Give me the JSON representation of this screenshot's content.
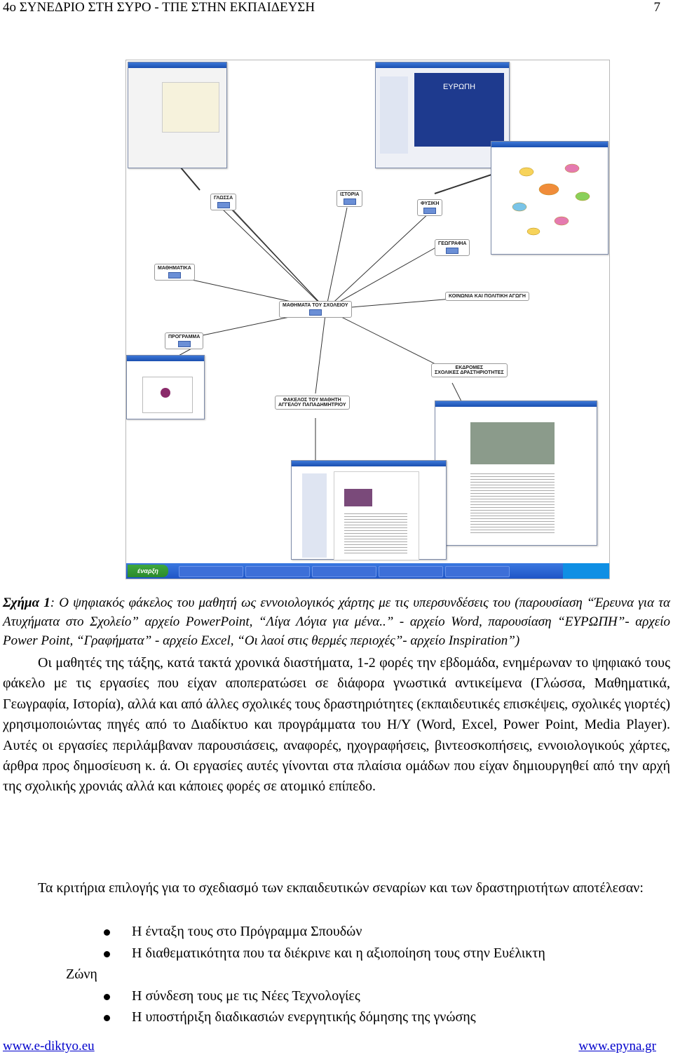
{
  "header": {
    "title": "4ο ΣΥΝΕΔΡΙΟ ΣΤΗ ΣΥΡΟ - ΤΠΕ ΣΤΗΝ ΕΚΠΑΙΔΕΥΣΗ",
    "page_number": "7"
  },
  "figure": {
    "slide_title": "ΕΥΡΩΠΗ",
    "start_label": "έναρξη",
    "nodes": {
      "center": "ΜΑΘΗΜΑΤΑ ΤΟΥ ΣΧΟΛΕΙΟΥ",
      "glossa": "ΓΛΩΣΣΑ",
      "istoria": "ΙΣΤΟΡΙΑ",
      "fysiki": "ΦΥΣΙΚΗ",
      "mathimatika": "ΜΑΘΗΜΑΤΙΚΑ",
      "geografia": "ΓΕΩΓΡΑΦΙΑ",
      "kinonia": "ΚΟΙΝΩΝΙΑ ΚΑΙ ΠΟΛΙΤΙΚΗ ΑΓΩΓΗ",
      "programma": "ΠΡΟΓΡΑΜΜΑ",
      "fakelos_line1": "ΦΑΚΕΛΟΣ ΤΟΥ ΜΑΘΗΤΗ",
      "fakelos_line2": "ΑΓΓΕΛΟΥ ΠΑΠΑΔΗΜΗΤΡΙΟΥ",
      "drastiriotites_line1": "ΕΚΔΡΟΜΕΣ",
      "drastiriotites_line2": "ΣΧΟΛΙΚΕΣ ΔΡΑΣΤΗΡΙΟΤΗΤΕΣ"
    }
  },
  "caption": {
    "label": "Σχήμα 1",
    "text": ": Ο ψηφιακός φάκελος του μαθητή ως εννοιολογικός χάρτης με τις υπερσυνδέσεις του (παρουσίαση “Έρευνα για τα Ατυχήματα στο Σχολείο” αρχείο PowerPoint, “Λίγα Λόγια για μένα..” - αρχείο Word, παρουσίαση “ΕΥΡΩΠΗ”- αρχείο Power Point, “Γραφήματα” - αρχείο Excel, “Οι λαοί στις θερμές περιοχές”- αρχείο Inspiration”)"
  },
  "paragraph1": "Οι μαθητές της τάξης, κατά τακτά χρονικά διαστήματα, 1-2 φορές την εβδομάδα, ενημέρωναν το ψηφιακό τους φάκελο με τις εργασίες που είχαν αποπερατώσει σε διάφορα γνωστικά αντικείμενα (Γλώσσα, Μαθηματικά, Γεωγραφία, Ιστορία), αλλά και από άλλες σχολικές τους δραστηριότητες (εκπαιδευτικές επισκέψεις, σχολικές γιορτές) χρησιμοποιώντας πηγές από το Διαδίκτυο και προγράμματα του Η/Υ (Word, Excel, Power Point, Media Player). Αυτές οι εργασίες περιλάμβαναν παρουσιάσεις, αναφορές, ηχογραφήσεις, βιντεοσκοπήσεις, εννοιολογικούς χάρτες, άρθρα προς δημοσίευση κ. ά. Οι εργασίες αυτές γίνονται στα πλαίσια ομάδων που είχαν δημιουργηθεί από την αρχή της σχολικής χρονιάς αλλά και κάποιες φορές σε ατομικό επίπεδο.",
  "paragraph2": "Τα κριτήρια επιλογής για το σχεδιασμό των εκπαιδευτικών σεναρίων και των δραστηριοτήτων αποτέλεσαν:",
  "bullets": [
    "Η ένταξη τους στο Πρόγραμμα Σπουδών",
    "Η διαθεματικότητα που τα διέκρινε και η αξιοποίηση τους στην Ευέλικτη",
    "Η σύνδεση τους με τις Νέες Τεχνολογίες",
    "Η υποστήριξη διαδικασιών ενεργητικής δόμησης της γνώσης"
  ],
  "bullet2_continuation": "Ζώνη",
  "footer": {
    "left": "www.e-diktyo.eu",
    "right": "www.epyna.gr"
  }
}
